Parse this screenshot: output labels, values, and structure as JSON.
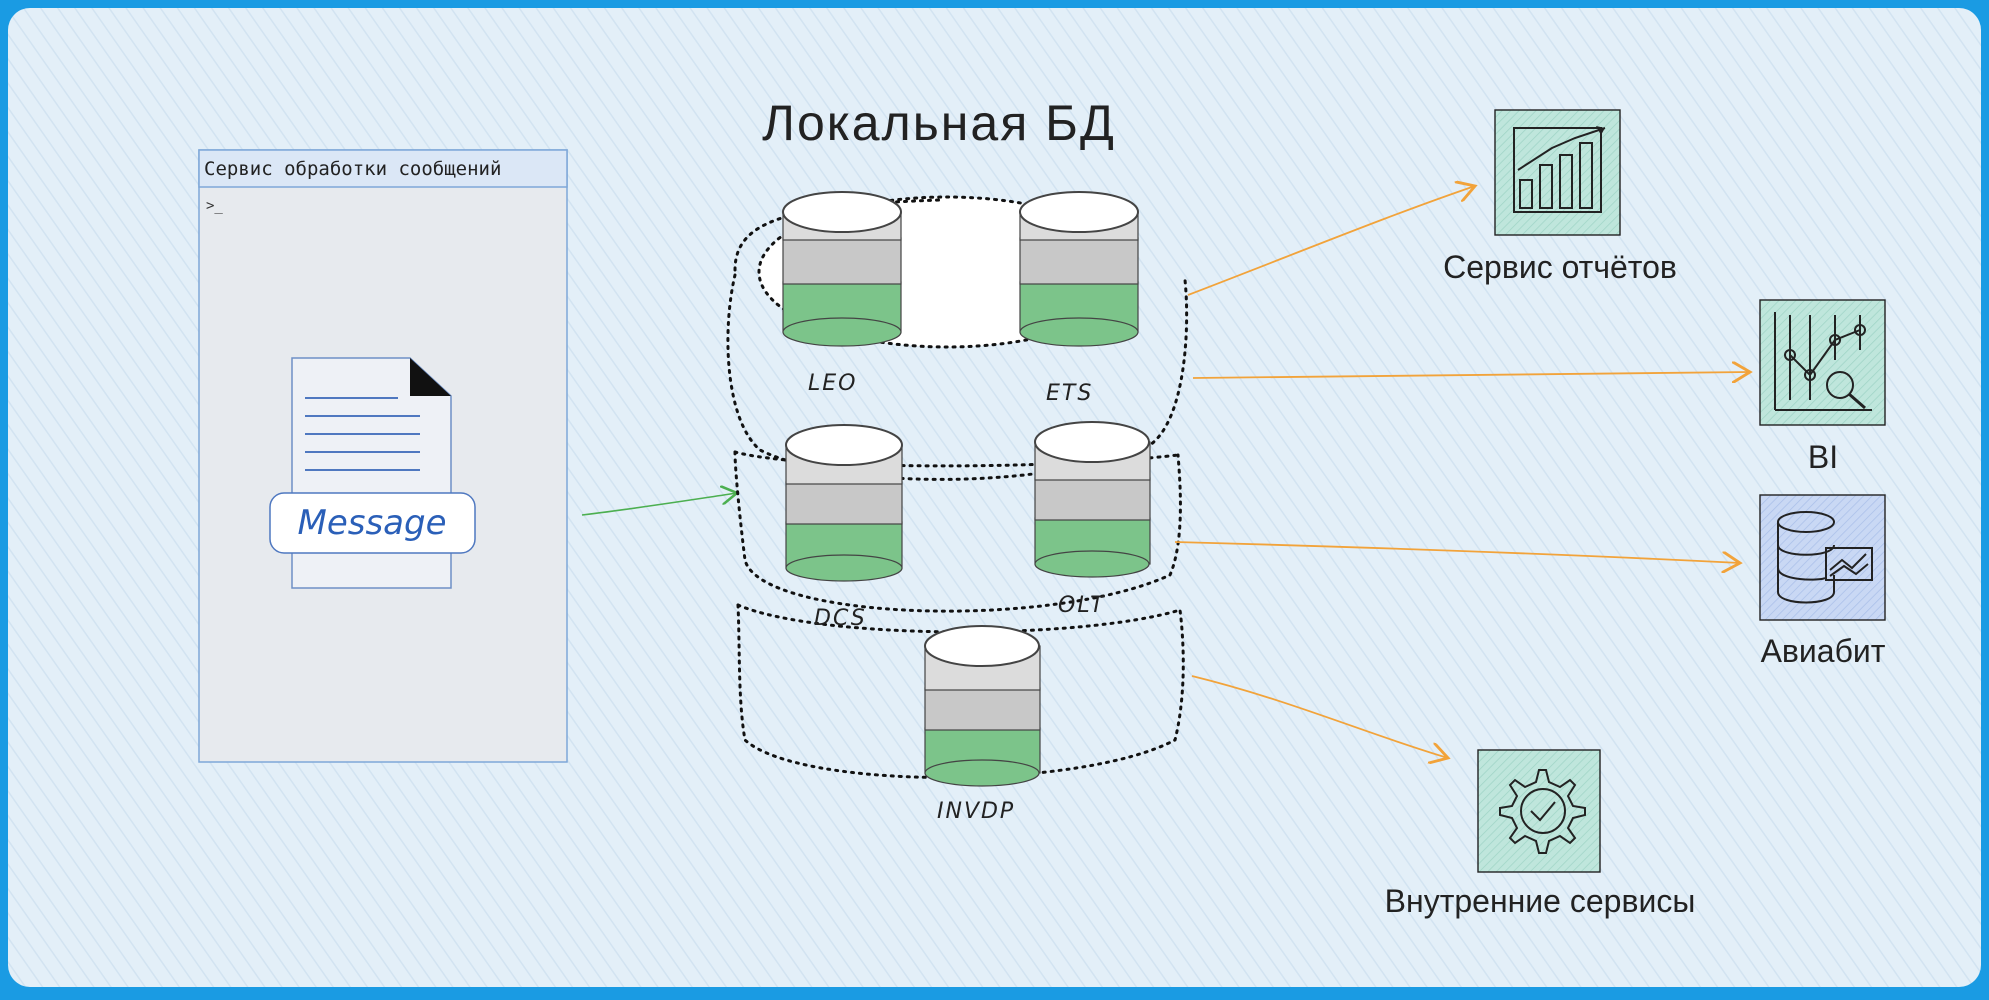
{
  "diagram": {
    "title": "Локальная БД",
    "message_service": {
      "title": "Сервис обработки сообщений",
      "prompt": ">_",
      "document_label": "Message"
    },
    "databases": [
      "LEO",
      "ETS",
      "DCS",
      "OLT",
      "INVDP"
    ],
    "targets": {
      "reports": "Сервис отчётов",
      "bi": "BI",
      "aviabit": "Авиабит",
      "internal": "Внутренние сервисы"
    },
    "icons": {
      "reports": "bar-chart-growth-icon",
      "bi": "analytics-magnifier-icon",
      "aviabit": "database-chart-icon",
      "internal": "gear-check-icon"
    },
    "colors": {
      "frame": "#1a9be3",
      "canvas": "#e6f1f9",
      "arrow_out": "#f2a33a",
      "arrow_in": "#4caf50",
      "db_top": "#ffffff",
      "db_middle": "#c8c8c8",
      "db_bottom": "#7cc48a",
      "icon_fill": "#bfe3db"
    }
  }
}
